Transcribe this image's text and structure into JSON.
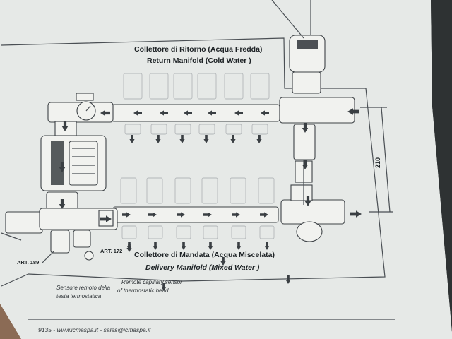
{
  "colors": {
    "paper": "#e6e9e7",
    "ink": "#1e2326",
    "background": "#3b3f40",
    "arrow": "#3a3f43"
  },
  "return_manifold": {
    "title_it": "Collettore di Ritorno (Acqua Fredda)",
    "title_en": "Return Manifold (Cold Water )"
  },
  "delivery_manifold": {
    "title_it": "Collettore di Mandata (Acqua Miscelata)",
    "title_en": "Delivery Manifold (Mixed Water )"
  },
  "parts": {
    "art_189": "ART. 189",
    "art_172": "ART. 172"
  },
  "captions": {
    "sensor_it_line1": "Sensore remoto della",
    "sensor_it_line2": "testa termostatica",
    "sensor_en_line1": "Remote capillary sensor",
    "sensor_en_line2": "of thermostatic head"
  },
  "dimension": {
    "value": "210"
  },
  "footer": {
    "contact": "9135 - www.icmaspa.it - sales@icmaspa.it"
  }
}
